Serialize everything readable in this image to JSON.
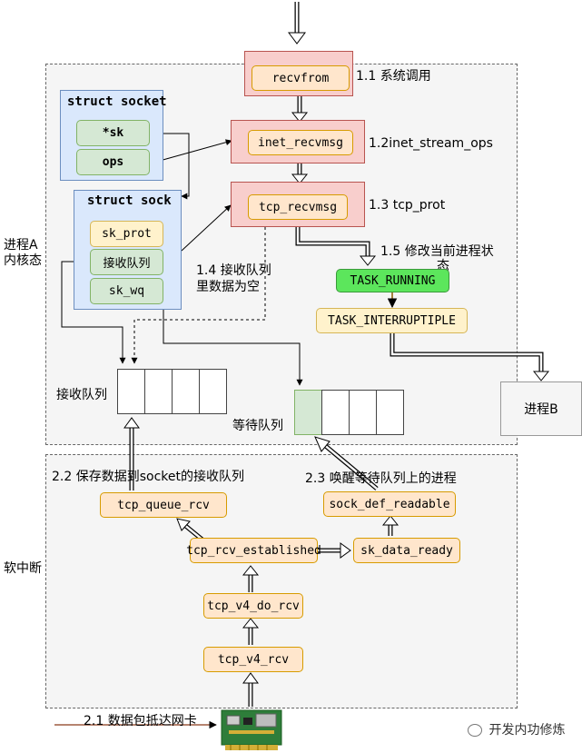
{
  "regions": {
    "kernel_label": "进程A\n内核态",
    "softirq_label": "软中断"
  },
  "nodes": {
    "recvfrom": "recvfrom",
    "inet_recvmsg": "inet_recvmsg",
    "tcp_recvmsg": "tcp_recvmsg",
    "task_running": "TASK_RUNNING",
    "task_interruptible": "TASK_INTERRUPTIPLE",
    "tcp_queue_rcv": "tcp_queue_rcv",
    "sock_def_readable": "sock_def_readable",
    "tcp_rcv_established": "tcp_rcv_established",
    "sk_data_ready": "sk_data_ready",
    "tcp_v4_do_rcv": "tcp_v4_do_rcv",
    "tcp_v4_rcv": "tcp_v4_rcv",
    "process_b": "进程B"
  },
  "struct_socket": {
    "title": "struct socket",
    "fields": [
      "*sk",
      "ops"
    ]
  },
  "struct_sock": {
    "title": "struct sock",
    "fields": [
      "sk_prot",
      "接收队列",
      "sk_wq"
    ]
  },
  "labels": {
    "step_1_1": "1.1 系统调用",
    "step_1_2": "1.2inet_stream_ops",
    "step_1_3": "1.3 tcp_prot",
    "step_1_4_line1": "1.4 接收队列",
    "step_1_4_line2": "里数据为空",
    "step_1_5_line1": "1.5 修改当前进程状",
    "step_1_5_line2": "态",
    "recv_queue": "接收队列",
    "wait_queue": "等待队列",
    "step_2_1": "2.1 数据包抵达网卡",
    "step_2_2": "2.2 保存数据到socket的接收队列",
    "step_2_3": "2.3 唤醒等待队列上的进程"
  },
  "watermark": "开发内功修炼",
  "colors": {
    "syscall_fill": "#f8cecc",
    "func_fill": "#ffe6cc",
    "struct_fill": "#dae8fc",
    "running": "#5ce65c"
  }
}
